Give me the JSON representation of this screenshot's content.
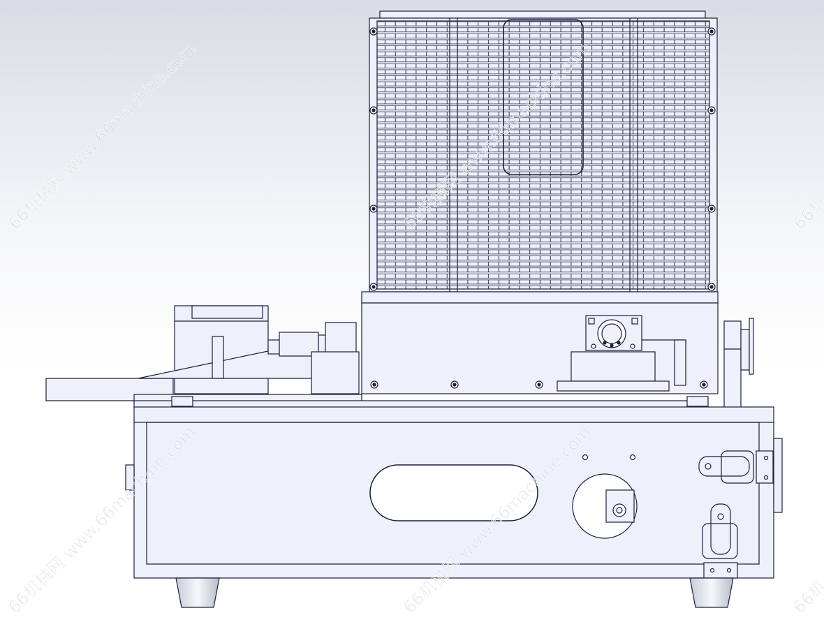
{
  "drawing": {
    "view": "front elevation",
    "line_color": "#1b1f3a",
    "part_fill": "#eef0fb",
    "background_top": "#d8dce4",
    "background_bottom": "#ffffff"
  },
  "watermark": {
    "text": "66机械网 www.66machine.com",
    "edge_text": "66机"
  }
}
